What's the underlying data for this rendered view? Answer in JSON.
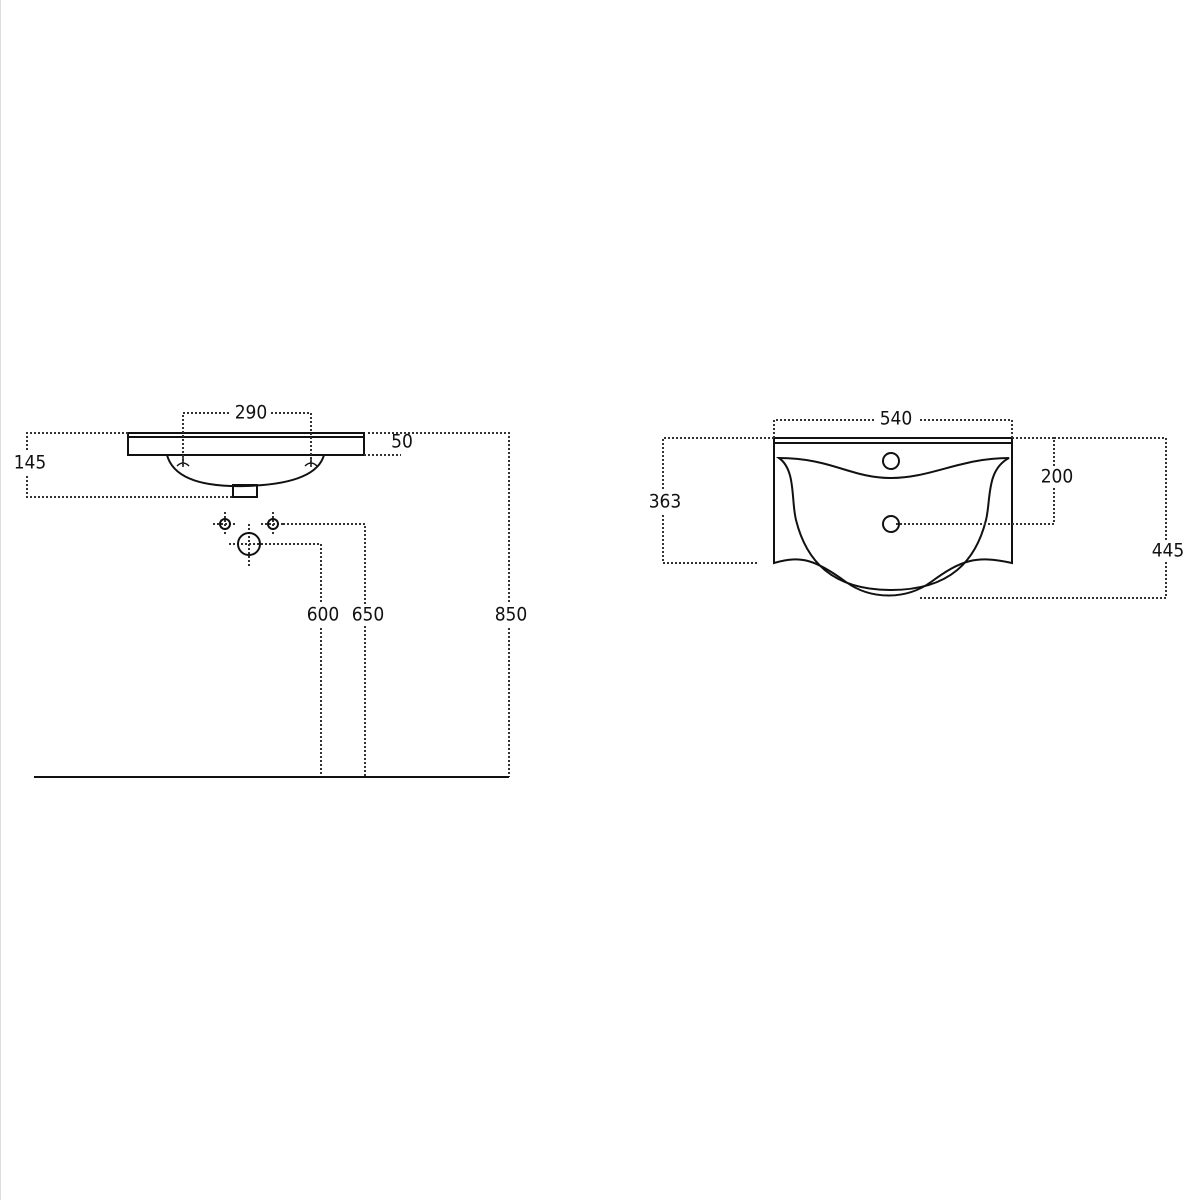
{
  "side_view": {
    "dim_tap_spacing": "290",
    "dim_total_height": "145",
    "dim_top_thickness": "50",
    "dim_supply_height": "600",
    "dim_waste_height": "650",
    "dim_mount_height": "850"
  },
  "top_view": {
    "dim_width": "540",
    "dim_side_depth": "363",
    "dim_drain_offset": "200",
    "dim_total_depth": "445"
  }
}
